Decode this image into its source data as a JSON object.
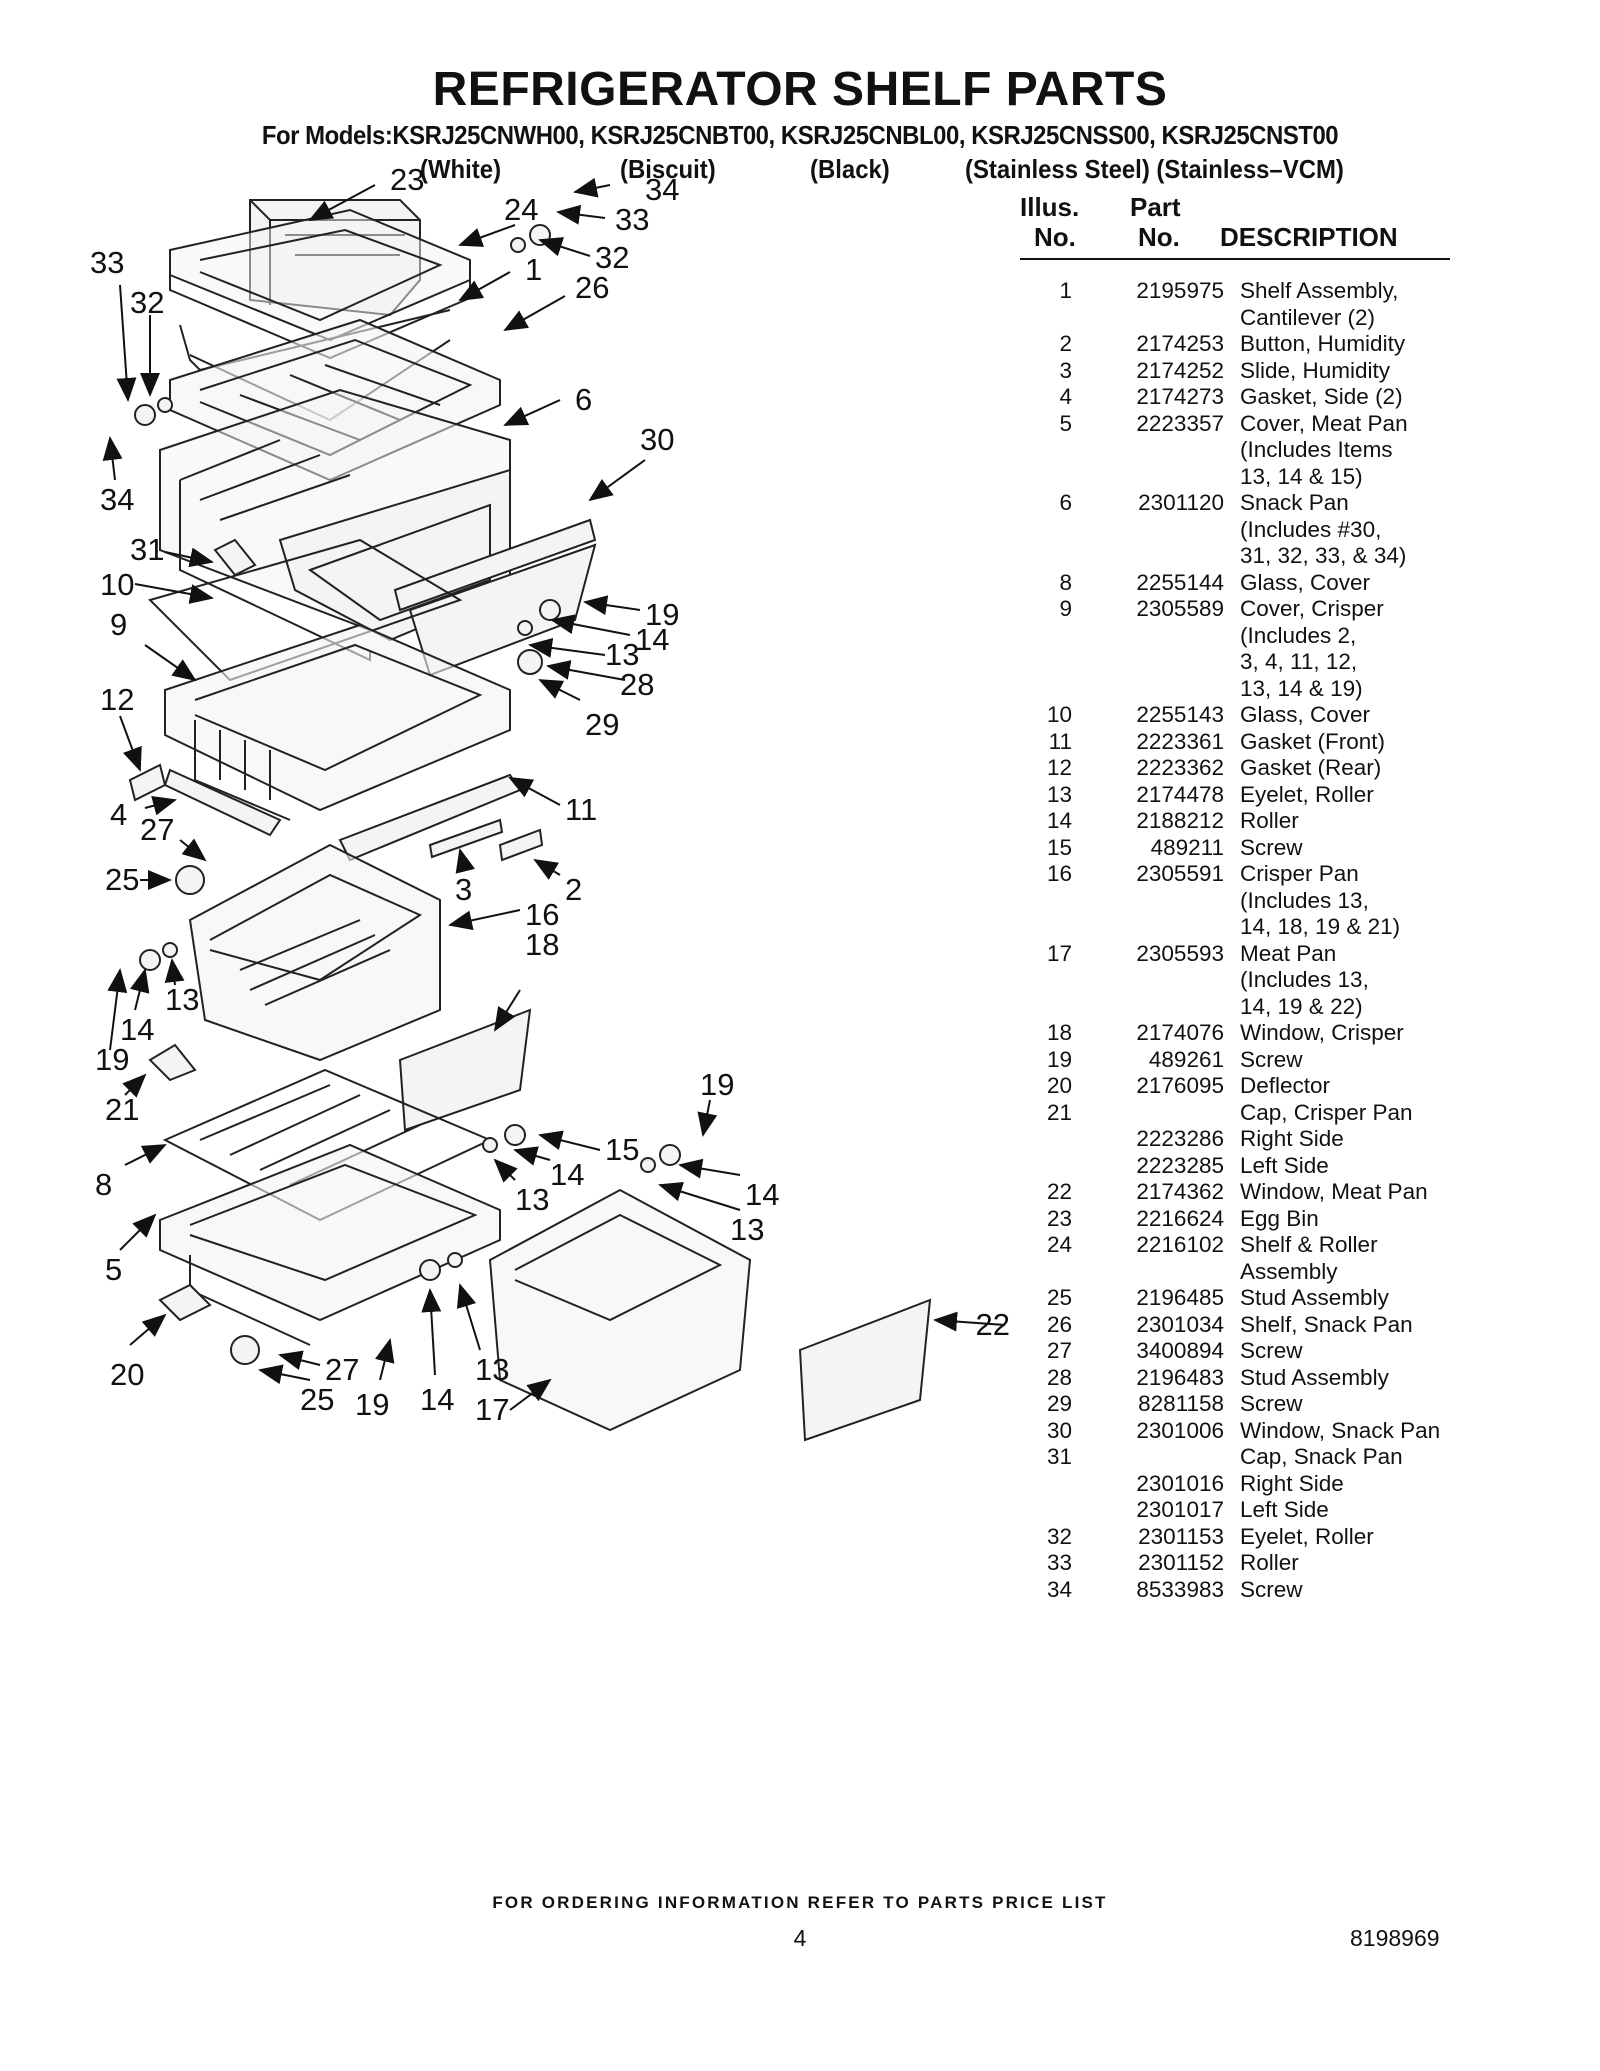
{
  "title": "REFRIGERATOR SHELF PARTS",
  "models": "For Models:KSRJ25CNWH00, KSRJ25CNBT00, KSRJ25CNBL00, KSRJ25CNSS00, KSRJ25CNST00",
  "finishes": [
    "(White)",
    "(Biscuit)",
    "(Black)",
    "(Stainless Steel) (Stainless–VCM)"
  ],
  "table_header": {
    "illus_line1": "Illus.",
    "illus_line2": "No.",
    "part_line1": "Part",
    "part_line2": "No.",
    "description": "DESCRIPTION"
  },
  "parts": [
    {
      "illus": "1",
      "part": "2195975",
      "desc": "Shelf Assembly,\nCantilever (2)"
    },
    {
      "illus": "2",
      "part": "2174253",
      "desc": "Button, Humidity"
    },
    {
      "illus": "3",
      "part": "2174252",
      "desc": "Slide, Humidity"
    },
    {
      "illus": "4",
      "part": "2174273",
      "desc": "Gasket, Side (2)"
    },
    {
      "illus": "5",
      "part": "2223357",
      "desc": "Cover, Meat Pan\n(Includes Items\n13, 14 & 15)"
    },
    {
      "illus": "6",
      "part": "2301120",
      "desc": "Snack Pan\n(Includes #30,\n31, 32, 33, & 34)"
    },
    {
      "illus": "8",
      "part": "2255144",
      "desc": "Glass, Cover"
    },
    {
      "illus": "9",
      "part": "2305589",
      "desc": "Cover, Crisper\n(Includes 2,\n3, 4, 11, 12,\n13, 14 & 19)"
    },
    {
      "illus": "10",
      "part": "2255143",
      "desc": "Glass, Cover"
    },
    {
      "illus": "11",
      "part": "2223361",
      "desc": "Gasket (Front)"
    },
    {
      "illus": "12",
      "part": "2223362",
      "desc": "Gasket (Rear)"
    },
    {
      "illus": "13",
      "part": "2174478",
      "desc": "Eyelet, Roller"
    },
    {
      "illus": "14",
      "part": "2188212",
      "desc": "Roller"
    },
    {
      "illus": "15",
      "part": "489211",
      "desc": "Screw"
    },
    {
      "illus": "16",
      "part": "2305591",
      "desc": "Crisper Pan\n(Includes 13,\n14, 18, 19 & 21)"
    },
    {
      "illus": "17",
      "part": "2305593",
      "desc": "Meat Pan\n(Includes 13,\n14, 19 & 22)"
    },
    {
      "illus": "18",
      "part": "2174076",
      "desc": "Window, Crisper"
    },
    {
      "illus": "19",
      "part": "489261",
      "desc": "Screw"
    },
    {
      "illus": "20",
      "part": "2176095",
      "desc": "Deflector"
    },
    {
      "illus": "21",
      "part": "",
      "desc": "Cap, Crisper Pan"
    },
    {
      "illus": "",
      "part": "2223286",
      "desc": "Right Side"
    },
    {
      "illus": "",
      "part": "2223285",
      "desc": "Left Side"
    },
    {
      "illus": "22",
      "part": "2174362",
      "desc": "Window, Meat Pan"
    },
    {
      "illus": "23",
      "part": "2216624",
      "desc": "Egg Bin"
    },
    {
      "illus": "24",
      "part": "2216102",
      "desc": "Shelf & Roller\nAssembly"
    },
    {
      "illus": "25",
      "part": "2196485",
      "desc": "Stud Assembly"
    },
    {
      "illus": "26",
      "part": "2301034",
      "desc": "Shelf, Snack Pan"
    },
    {
      "illus": "27",
      "part": "3400894",
      "desc": "Screw"
    },
    {
      "illus": "28",
      "part": "2196483",
      "desc": "Stud Assembly"
    },
    {
      "illus": "29",
      "part": "8281158",
      "desc": "Screw"
    },
    {
      "illus": "30",
      "part": "2301006",
      "desc": "Window, Snack Pan"
    },
    {
      "illus": "31",
      "part": "",
      "desc": "Cap, Snack Pan"
    },
    {
      "illus": "",
      "part": "2301016",
      "desc": "Right Side"
    },
    {
      "illus": "",
      "part": "2301017",
      "desc": "Left Side"
    },
    {
      "illus": "32",
      "part": "2301153",
      "desc": "Eyelet, Roller"
    },
    {
      "illus": "33",
      "part": "2301152",
      "desc": "Roller"
    },
    {
      "illus": "34",
      "part": "8533983",
      "desc": "Screw"
    }
  ],
  "callouts": [
    {
      "n": "23"
    },
    {
      "n": "24"
    },
    {
      "n": "34"
    },
    {
      "n": "33"
    },
    {
      "n": "32"
    },
    {
      "n": "1"
    },
    {
      "n": "26"
    },
    {
      "n": "33"
    },
    {
      "n": "32"
    },
    {
      "n": "34"
    },
    {
      "n": "6"
    },
    {
      "n": "30"
    },
    {
      "n": "31"
    },
    {
      "n": "10"
    },
    {
      "n": "9"
    },
    {
      "n": "19"
    },
    {
      "n": "14"
    },
    {
      "n": "13"
    },
    {
      "n": "28"
    },
    {
      "n": "12"
    },
    {
      "n": "29"
    },
    {
      "n": "4"
    },
    {
      "n": "11"
    },
    {
      "n": "27"
    },
    {
      "n": "25"
    },
    {
      "n": "3"
    },
    {
      "n": "2"
    },
    {
      "n": "16"
    },
    {
      "n": "18"
    },
    {
      "n": "13"
    },
    {
      "n": "14"
    },
    {
      "n": "19"
    },
    {
      "n": "21"
    },
    {
      "n": "19"
    },
    {
      "n": "15"
    },
    {
      "n": "14"
    },
    {
      "n": "8"
    },
    {
      "n": "13"
    },
    {
      "n": "14"
    },
    {
      "n": "13"
    },
    {
      "n": "5"
    },
    {
      "n": "22"
    },
    {
      "n": "20"
    },
    {
      "n": "27"
    },
    {
      "n": "13"
    },
    {
      "n": "25"
    },
    {
      "n": "19"
    },
    {
      "n": "14"
    },
    {
      "n": "17"
    }
  ],
  "footer": "FOR ORDERING INFORMATION REFER TO PARTS PRICE LIST",
  "page_number": "4",
  "doc_number": "8198969"
}
